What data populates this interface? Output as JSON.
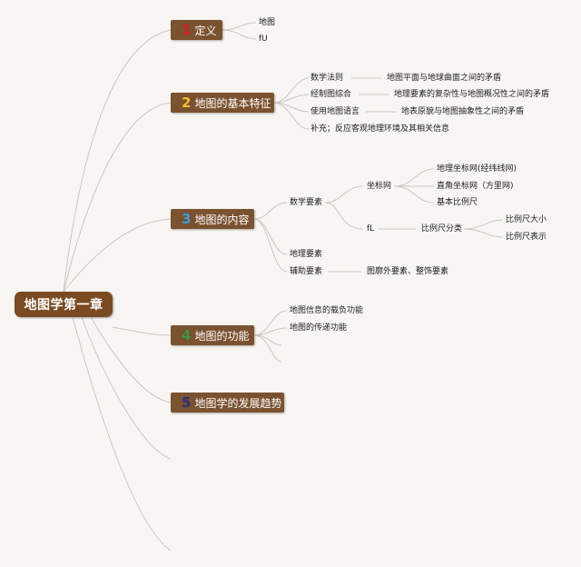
{
  "root": {
    "label": "地图学第一章"
  },
  "topics": [
    {
      "num": "1",
      "label": "定义",
      "num_color": "#e0182d"
    },
    {
      "num": "2",
      "label": "地图的基本特征",
      "num_color": "#f2c12e"
    },
    {
      "num": "3",
      "label": "地图的内容",
      "num_color": "#3ba0d8"
    },
    {
      "num": "4",
      "label": "地图的功能",
      "num_color": "#3e9a3c"
    },
    {
      "num": "5",
      "label": "地图学的发展趋势",
      "num_color": "#2b2f7c"
    }
  ],
  "t1": {
    "items": [
      "地图",
      "fU"
    ]
  },
  "t2": {
    "items": [
      {
        "label": "数学法则",
        "detail": "地图平面与地球曲面之间的矛盾"
      },
      {
        "label": "经制图综合",
        "detail": "地理要素的复杂性与地图概况性之间的矛盾"
      },
      {
        "label": "使用地图语言",
        "detail": "地表原貌与地图抽象性之间的矛盾"
      },
      {
        "label": "补充；反应客观地理环境及其相关信息",
        "detail": ""
      }
    ]
  },
  "t3": {
    "math": "数学要素",
    "grid": "坐标网",
    "grid_items": [
      "地理坐标网(经纬线网)",
      "直角坐标网（方里网)",
      "基本比例尺"
    ],
    "fl": "fL",
    "scale_class": "比例尺分类",
    "scale_items": [
      "比例尺大小",
      "比例尺表示"
    ],
    "geo": "地理要素",
    "aux": "辅助要素",
    "aux_detail": "图廓外要素、整饰要素"
  },
  "t4": {
    "items": [
      "地图信息的载负功能",
      "地图的传递功能"
    ]
  },
  "colors": {
    "line": "#c9c6bf",
    "topic_bg": "#7b5230",
    "root_bg": "#7a4a22",
    "background": "#f7f6f3"
  }
}
